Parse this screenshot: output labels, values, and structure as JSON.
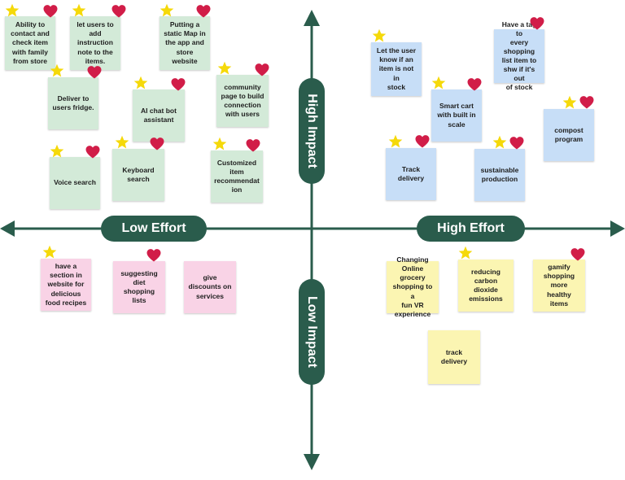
{
  "axes": {
    "x_left_label": "Low Effort",
    "x_right_label": "High Effort",
    "y_top_label": "High Impact",
    "y_bottom_label": "Low Impact",
    "color": "#2a5c4c"
  },
  "colors": {
    "star": "#f5d90a",
    "heart": "#d11d48",
    "green_note": "#d3ead8",
    "blue_note": "#c7def7",
    "pink_note": "#f9d3e6",
    "yellow_note": "#fbf5b2"
  },
  "notes": [
    {
      "text": "Ability to\ncontact and\ncheck item\nwith family\nfrom store",
      "color": "green",
      "star": true,
      "heart": true
    },
    {
      "text": "let users to\nadd instruction\nnote to the\nitems.",
      "color": "green",
      "star": true,
      "heart": true
    },
    {
      "text": "Putting a\nstatic Map in\nthe app and\nstore\nwebsite",
      "color": "green",
      "star": true,
      "heart": true
    },
    {
      "text": "Deliver to\nusers fridge.",
      "color": "green",
      "star": true,
      "heart": true
    },
    {
      "text": "AI chat bot\nassistant",
      "color": "green",
      "star": true,
      "heart": true
    },
    {
      "text": "community\npage to build\nconnection\nwith users",
      "color": "green",
      "star": true,
      "heart": true
    },
    {
      "text": "Voice search",
      "color": "green",
      "star": true,
      "heart": true
    },
    {
      "text": "Keyboard\nsearch",
      "color": "green",
      "star": true,
      "heart": true
    },
    {
      "text": "Customized\nitem\nrecommendat\nion",
      "color": "green",
      "star": true,
      "heart": true
    },
    {
      "text": "Let the user\nknow if an\nitem is not in\nstock",
      "color": "blue",
      "star": true,
      "heart": false
    },
    {
      "text": "Have a tag to\nevery shopping\nlist item to\nshw if it's out\nof stock",
      "color": "blue",
      "star": false,
      "heart": true
    },
    {
      "text": "Smart cart\nwith built in\nscale",
      "color": "blue",
      "star": true,
      "heart": true
    },
    {
      "text": "compost\nprogram",
      "color": "blue",
      "star": true,
      "heart": true
    },
    {
      "text": "Track delivery",
      "color": "blue",
      "star": true,
      "heart": true
    },
    {
      "text": "sustainable\nproduction",
      "color": "blue",
      "star": true,
      "heart": true
    },
    {
      "text": "have a\nsection in\nwebsite for\ndelicious\nfood recipes",
      "color": "pink",
      "star": true,
      "heart": false
    },
    {
      "text": "suggesting\ndiet\nshopping\nlists",
      "color": "pink",
      "star": false,
      "heart": true
    },
    {
      "text": "give\ndiscounts on\nservices",
      "color": "pink",
      "star": false,
      "heart": false
    },
    {
      "text": "Changing\nOnline grocery\nshopping to a\nfun VR\nexperience",
      "color": "yellow",
      "star": false,
      "heart": false
    },
    {
      "text": "reducing carbon\ndioxide\nemissions",
      "color": "yellow",
      "star": true,
      "heart": false
    },
    {
      "text": "gamify\nshopping more\nhealthy items",
      "color": "yellow",
      "star": false,
      "heart": true
    },
    {
      "text": "track delivery",
      "color": "yellow",
      "star": false,
      "heart": false
    }
  ]
}
